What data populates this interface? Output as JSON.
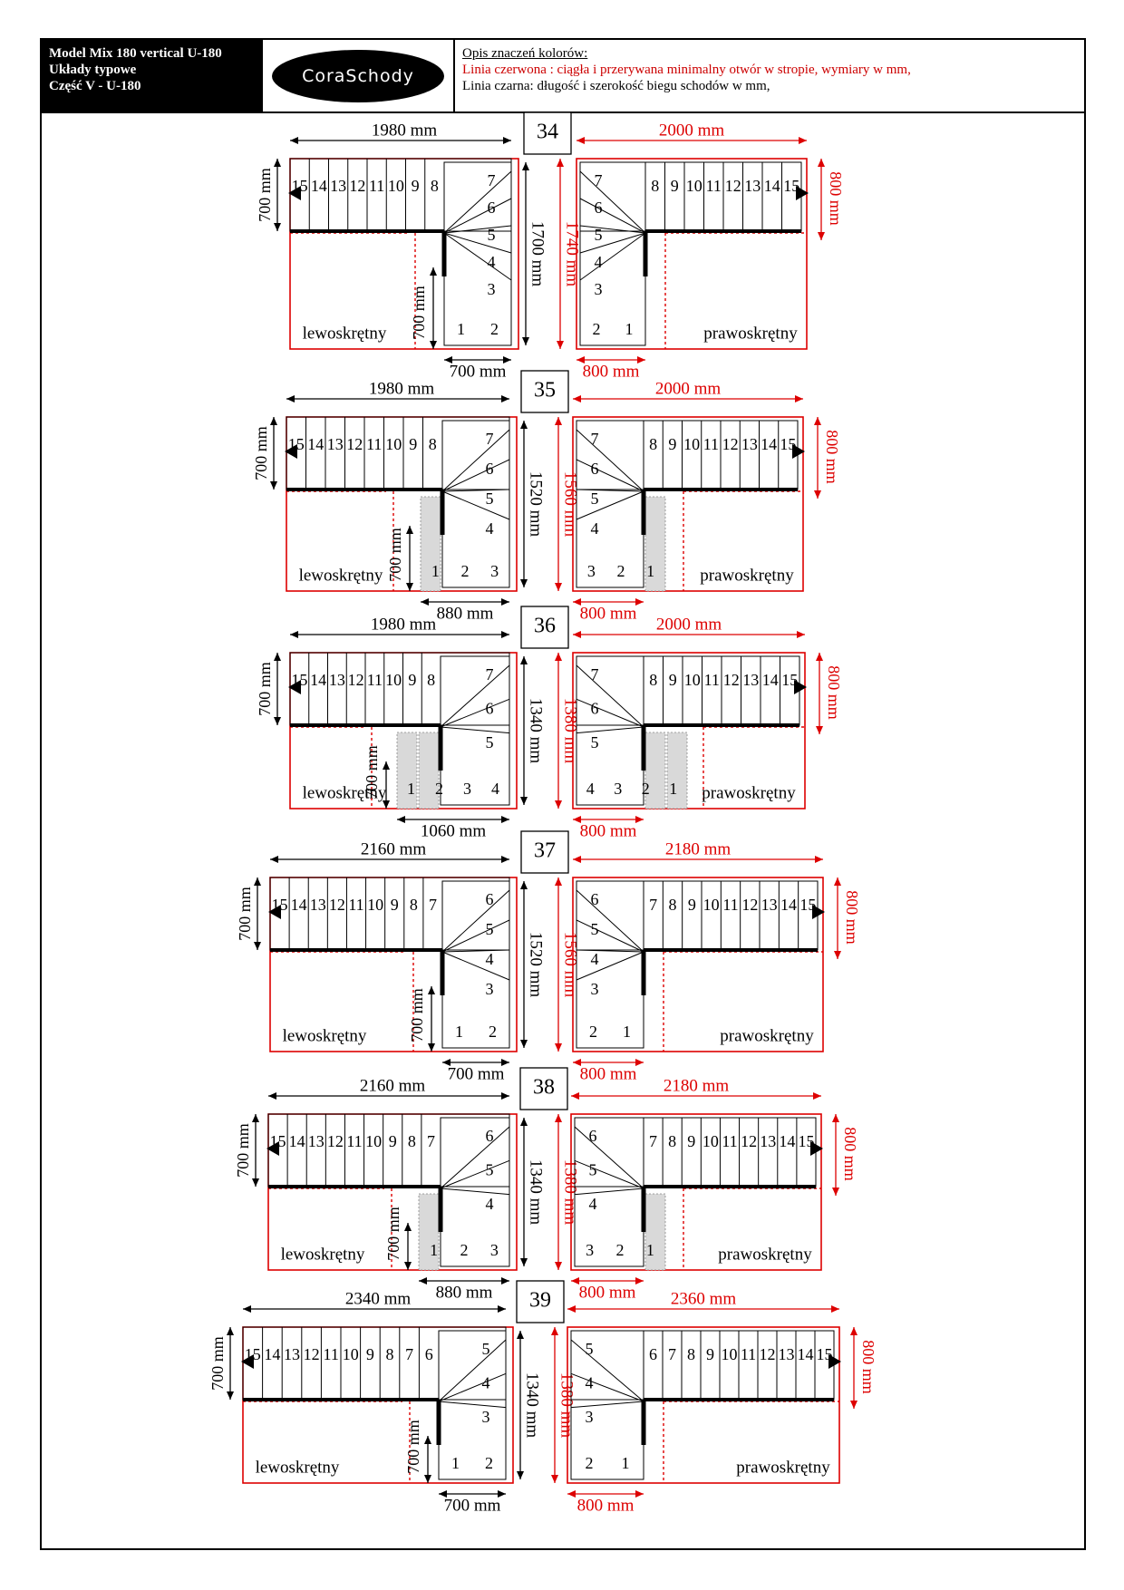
{
  "header": {
    "title_lines": [
      "Model Mix 180 vertical  U-180",
      "Układy typowe",
      "Część V  -  U-180"
    ],
    "logo_text": "CoraSchody",
    "legend_title": "Opis znaczeń kolorów:",
    "legend_red": "Linia czerwona :  ciągła i przerywana minimalny otwór w stropie, wymiary w mm,",
    "legend_black": "Linia czarna: długość i  szerokość biegu schodów w mm,"
  },
  "labels": {
    "left": "lewoskrętny",
    "right": "prawoskrętny"
  },
  "colors": {
    "red": "#dd0000",
    "black": "#000000",
    "gray": "#d9d9d9"
  },
  "layouts": [
    {
      "num": "34",
      "left_len": "1980 mm",
      "left_bottom": "700 mm",
      "left_drop": "700 mm",
      "left_width": "700 mm",
      "vert_black": "1700 mm",
      "vert_red": "1740 mm",
      "right_len": "2000 mm",
      "right_width": "800 mm",
      "right_bottom": "800 mm",
      "left_run": [
        "15",
        "14",
        "13",
        "12",
        "11",
        "10",
        "9",
        "8"
      ],
      "left_upper": [
        "7",
        "6",
        "5",
        "4",
        "3"
      ],
      "left_lower": [
        "1",
        "2"
      ],
      "right_run": [
        "8",
        "9",
        "10",
        "11",
        "12",
        "13",
        "14",
        "15"
      ],
      "right_upper": [
        "7",
        "6",
        "5",
        "4",
        "3"
      ],
      "right_lower": [
        "2",
        "1"
      ],
      "gray": 0
    },
    {
      "num": "35",
      "left_len": "1980 mm",
      "left_bottom": "880 mm",
      "left_drop": "700 mm",
      "left_width": "700 mm",
      "vert_black": "1520 mm",
      "vert_red": "1560 mm",
      "right_len": "2000 mm",
      "right_width": "800 mm",
      "right_bottom": "800 mm",
      "left_run": [
        "15",
        "14",
        "13",
        "12",
        "11",
        "10",
        "9",
        "8"
      ],
      "left_upper": [
        "7",
        "6",
        "5",
        "4"
      ],
      "left_lower": [
        "1",
        "2",
        "3"
      ],
      "right_run": [
        "8",
        "9",
        "10",
        "11",
        "12",
        "13",
        "14",
        "15"
      ],
      "right_upper": [
        "7",
        "6",
        "5",
        "4"
      ],
      "right_lower": [
        "3",
        "2",
        "1"
      ],
      "gray": 1
    },
    {
      "num": "36",
      "left_len": "1980 mm",
      "left_bottom": "1060 mm",
      "left_drop": "700 mm",
      "left_width": "700 mm",
      "vert_black": "1340 mm",
      "vert_red": "1380 mm",
      "right_len": "2000 mm",
      "right_width": "800 mm",
      "right_bottom": "800 mm",
      "left_run": [
        "15",
        "14",
        "13",
        "12",
        "11",
        "10",
        "9",
        "8"
      ],
      "left_upper": [
        "7",
        "6",
        "5"
      ],
      "left_lower": [
        "1",
        "2",
        "3",
        "4"
      ],
      "right_run": [
        "8",
        "9",
        "10",
        "11",
        "12",
        "13",
        "14",
        "15"
      ],
      "right_upper": [
        "7",
        "6",
        "5"
      ],
      "right_lower": [
        "4",
        "3",
        "2",
        "1"
      ],
      "gray": 2
    },
    {
      "num": "37",
      "left_len": "2160 mm",
      "left_bottom": "700 mm",
      "left_drop": "700 mm",
      "left_width": "700 mm",
      "vert_black": "1520 mm",
      "vert_red": "1560 mm",
      "right_len": "2180 mm",
      "right_width": "800 mm",
      "right_bottom": "800 mm",
      "left_run": [
        "15",
        "14",
        "13",
        "12",
        "11",
        "10",
        "9",
        "8",
        "7"
      ],
      "left_upper": [
        "6",
        "5",
        "4",
        "3"
      ],
      "left_lower": [
        "1",
        "2"
      ],
      "right_run": [
        "7",
        "8",
        "9",
        "10",
        "11",
        "12",
        "13",
        "14",
        "15"
      ],
      "right_upper": [
        "6",
        "5",
        "4",
        "3"
      ],
      "right_lower": [
        "2",
        "1"
      ],
      "gray": 0
    },
    {
      "num": "38",
      "left_len": "2160 mm",
      "left_bottom": "880 mm",
      "left_drop": "700 mm",
      "left_width": "700 mm",
      "vert_black": "1340 mm",
      "vert_red": "1380 mm",
      "right_len": "2180 mm",
      "right_width": "800 mm",
      "right_bottom": "800 mm",
      "left_run": [
        "15",
        "14",
        "13",
        "12",
        "11",
        "10",
        "9",
        "8",
        "7"
      ],
      "left_upper": [
        "6",
        "5",
        "4"
      ],
      "left_lower": [
        "1",
        "2",
        "3"
      ],
      "right_run": [
        "7",
        "8",
        "9",
        "10",
        "11",
        "12",
        "13",
        "14",
        "15"
      ],
      "right_upper": [
        "6",
        "5",
        "4"
      ],
      "right_lower": [
        "3",
        "2",
        "1"
      ],
      "gray": 1
    },
    {
      "num": "39",
      "left_len": "2340 mm",
      "left_bottom": "700 mm",
      "left_drop": "700 mm",
      "left_width": "700 mm",
      "vert_black": "1340 mm",
      "vert_red": "1380 mm",
      "right_len": "2360 mm",
      "right_width": "800 mm",
      "right_bottom": "800 mm",
      "left_run": [
        "15",
        "14",
        "13",
        "12",
        "11",
        "10",
        "9",
        "8",
        "7",
        "6"
      ],
      "left_upper": [
        "5",
        "4",
        "3"
      ],
      "left_lower": [
        "1",
        "2"
      ],
      "right_run": [
        "6",
        "7",
        "8",
        "9",
        "10",
        "11",
        "12",
        "13",
        "14",
        "15"
      ],
      "right_upper": [
        "5",
        "4",
        "3"
      ],
      "right_lower": [
        "2",
        "1"
      ],
      "gray": 0
    }
  ]
}
